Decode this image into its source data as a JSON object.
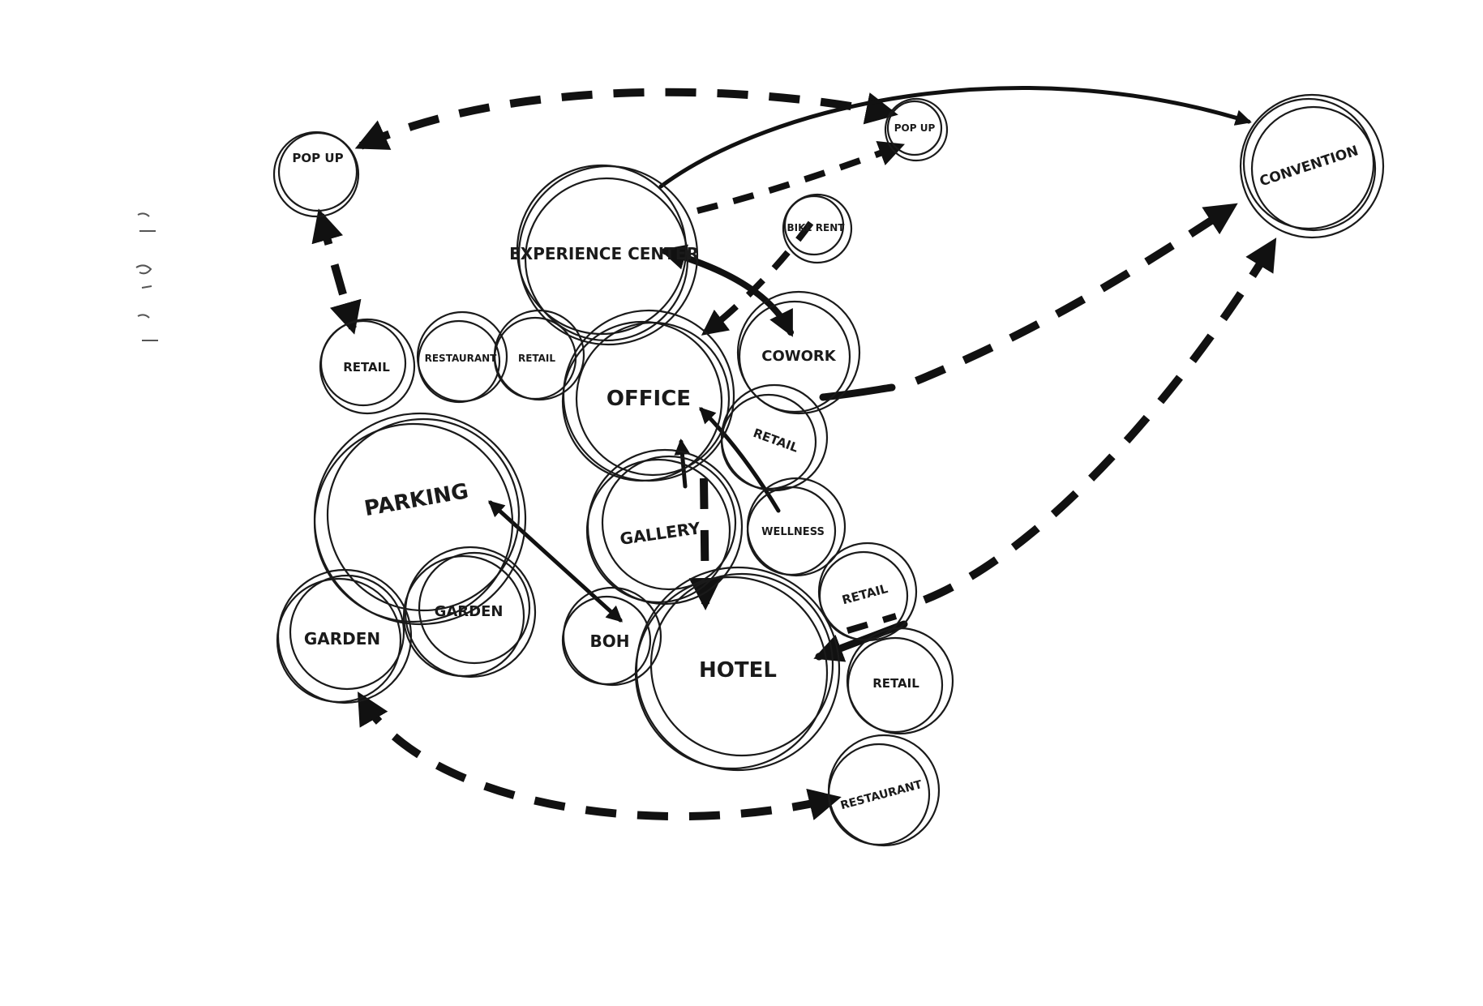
{
  "nodes": {
    "popup_left": "POP UP",
    "popup_right": "POP UP",
    "convention": "CONVENTION",
    "experience_center": "EXPERIENCE CENTER",
    "bike_rent": "BIKE RENT",
    "retail_1": "RETAIL",
    "restaurant_1": "RESTAURANT",
    "retail_2": "RETAIL",
    "office": "OFFICE",
    "cowork": "COWORK",
    "retail_3": "RETAIL",
    "parking": "PARKING",
    "gallery": "GALLERY",
    "wellness": "WELLNESS",
    "garden_1": "GARDEN",
    "garden_2": "GARDEN",
    "boh": "BOH",
    "hotel": "HOTEL",
    "retail_4": "RETAIL",
    "retail_5": "RETAIL",
    "restaurant_2": "RESTAURANT"
  },
  "colors": {
    "ink": "#1a1a1a",
    "paper": "#ffffff"
  }
}
